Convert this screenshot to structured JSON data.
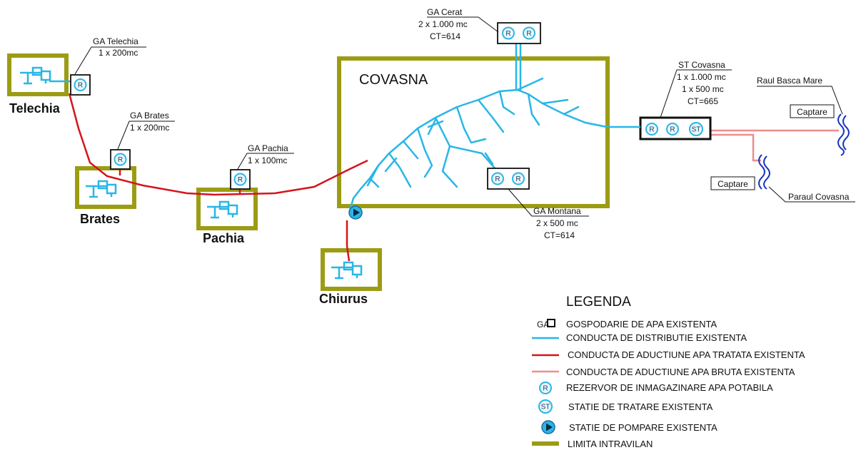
{
  "colors": {
    "distribution": "#29b6e6",
    "treated_adduction": "#d4141c",
    "raw_adduction": "#ec8e8e",
    "intravilan": "#9c9c14",
    "river": "#1a35c0"
  },
  "towns": {
    "telechia": "Telechia",
    "brates": "Brates",
    "pachia": "Pachia",
    "chiurus": "Chiurus",
    "covasna": "COVASNA"
  },
  "facilities": {
    "ga_telechia": {
      "name": "GA Telechia",
      "lines": [
        "1 x 200mc"
      ]
    },
    "ga_brates": {
      "name": "GA Brates",
      "lines": [
        "1 x 200mc"
      ]
    },
    "ga_pachia": {
      "name": "GA Pachia",
      "lines": [
        "1 x 100mc"
      ]
    },
    "ga_cerat": {
      "name": "GA Cerat",
      "lines": [
        "2 x 1.000 mc",
        "CT=614"
      ]
    },
    "ga_montana": {
      "name": "GA Montana",
      "lines": [
        "2 x 500 mc",
        "CT=614"
      ]
    },
    "st_covasna": {
      "name": "ST Covasna",
      "lines": [
        "1 x 1.000 mc",
        "1 x 500 mc",
        "CT=665"
      ]
    }
  },
  "rivers": {
    "basca_mare": "Raul Basca Mare",
    "covasna": "Paraul Covasna",
    "captare": "Captare"
  },
  "symbols": {
    "reservoir": "R",
    "treatment": "ST"
  },
  "legend": {
    "title": "LEGENDA",
    "ga_prefix": "GA",
    "items": [
      "GOSPODARIE DE APA EXISTENTA",
      "CONDUCTA DE DISTRIBUTIE EXISTENTA",
      "CONDUCTA DE ADUCTIUNE APA TRATATA EXISTENTA",
      "CONDUCTA DE ADUCTIUNE APA BRUTA EXISTENTA",
      "REZERVOR DE INMAGAZINARE APA POTABILA",
      "STATIE DE TRATARE EXISTENTA",
      "STATIE DE POMPARE EXISTENTA",
      "LIMITA INTRAVILAN"
    ]
  }
}
